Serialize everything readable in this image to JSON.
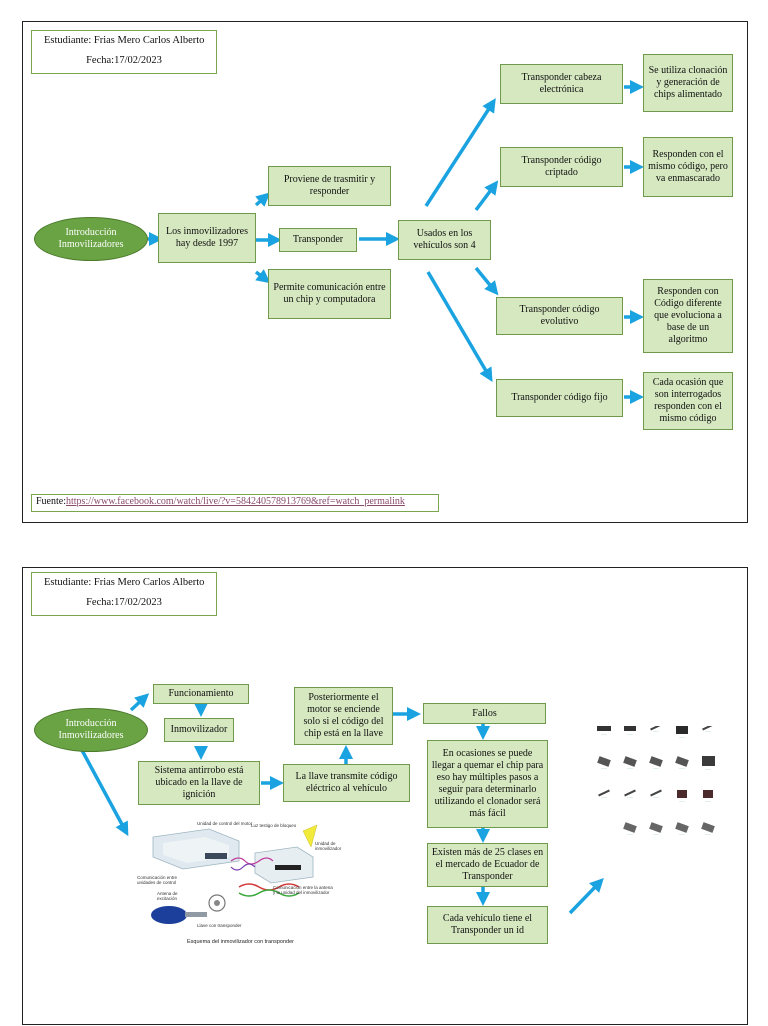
{
  "page1": {
    "header": {
      "student": "Estudiante: Frias Mero Carlos Alberto",
      "date": "Fecha:17/02/2023"
    },
    "intro": "Introducción Inmovilizadores",
    "since": "Los inmovilizadores hay desde 1997",
    "proviene": "Proviene de trasmitir y responder",
    "transponder": "Transponder",
    "permite": "Permite comunicación entre un chip y computadora",
    "usados": "Usados en los vehículos son 4",
    "types": {
      "cabeza": "Transponder cabeza electrónica",
      "criptado": "Transponder código criptado",
      "evolutivo": "Transponder código evolutivo",
      "fijo": "Transponder código fijo"
    },
    "descs": {
      "cabeza": "Se utiliza clonación y generación de chips alimentado",
      "criptado": "Responden con el mismo código, pero va enmascarado",
      "evolutivo": "Responden con Código diferente que evoluciona a base de un algoritmo",
      "fijo": "Cada ocasión que son interrogados responden con el mismo código"
    },
    "source": {
      "label": "Fuente:",
      "url": "https://www.facebook.com/watch/live/?v=584240578913769&ref=watch_permalink"
    }
  },
  "page2": {
    "header": {
      "student": "Estudiante: Frias Mero Carlos Alberto",
      "date": "Fecha:17/02/2023"
    },
    "intro": "Introducción Inmovilizadores",
    "funcionamiento": "Funcionamiento",
    "inmovilizador": "Inmovilizador",
    "sistema": "Sistema antirrobo está ubicado en la llave de ignición",
    "llave": "La llave transmite código eléctrico al vehículo",
    "posteriormente": "Posteriormente el motor se enciende solo si el código del chip está en la llave",
    "fallos": "Fallos",
    "ocasiones": "En ocasiones se puede llegar a quemar el chip para eso hay múltiples pasos a seguir para determinarlo utilizando el clonador será más fácil",
    "clases": "Existen más de 25 clases en el mercado de Ecuador de Transponder",
    "id": "Cada vehículo tiene el Transponder un id"
  },
  "icons": {
    "arrow_color": "#1aa3e0"
  },
  "colors": {
    "box_fill": "#d6e8c0",
    "box_border": "#6f9a4c",
    "oval_fill": "#6aa344",
    "link": "#8a4a6c"
  }
}
